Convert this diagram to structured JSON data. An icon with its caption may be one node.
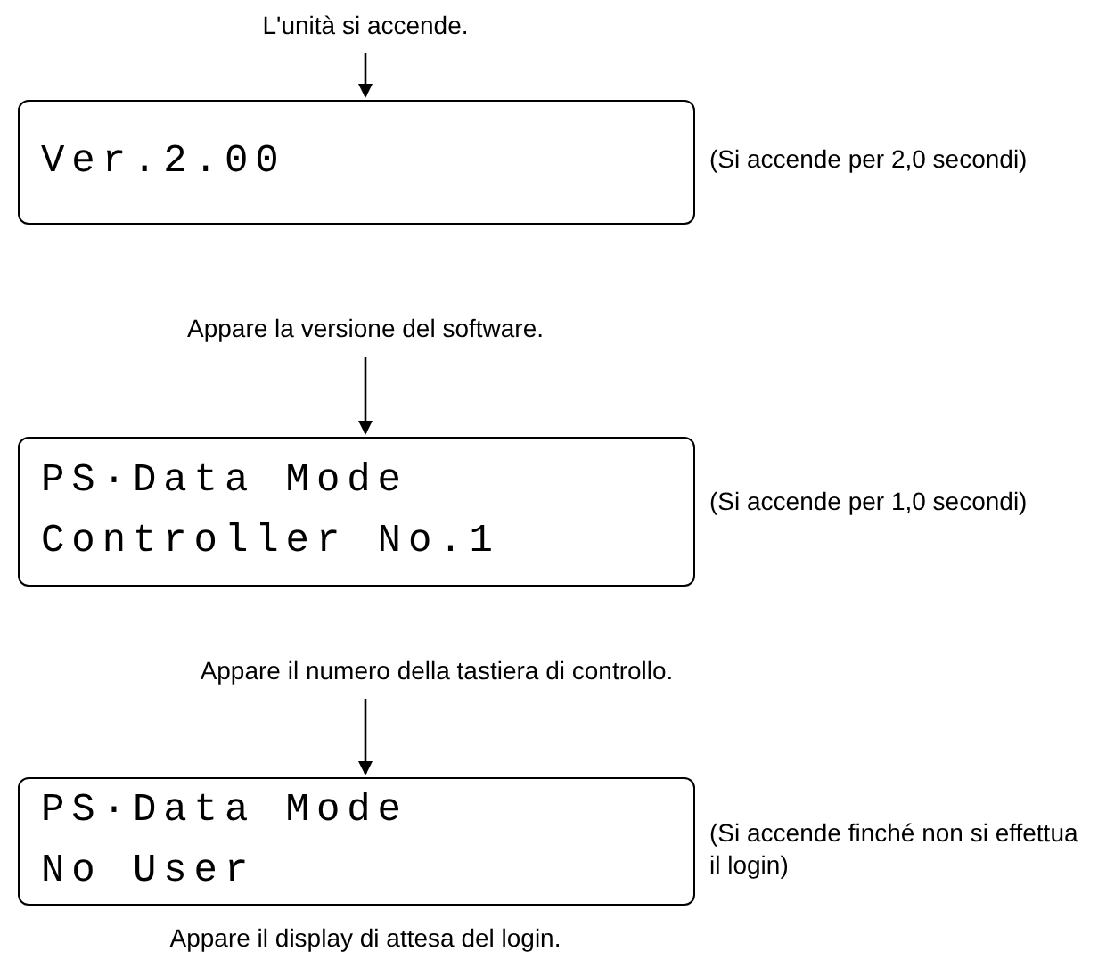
{
  "diagram": {
    "nodes": [
      {
        "text": [
          "L'unità si accende."
        ]
      },
      {
        "text": [
          "Ver.2.00"
        ],
        "beside": [
          "(Si accende per 2,0 secondi)"
        ]
      },
      {
        "text": [
          "Appare la versione del software."
        ]
      },
      {
        "text": [
          "PS·Data Mode",
          "Controller No.1"
        ],
        "beside": [
          "(Si accende per 1,0 secondi)"
        ]
      },
      {
        "text": [
          "Appare il numero della tastiera di controllo."
        ]
      },
      {
        "text": [
          "PS·Data Mode",
          "No User"
        ],
        "beside": [
          "(Si accende finché non si effettua il login)"
        ]
      }
    ],
    "edges": [
      {
        "from": 0,
        "to": 1,
        "arrow": "to"
      },
      {
        "from": 2,
        "to": 3,
        "arrow": "to"
      },
      {
        "from": 4,
        "to": 5,
        "arrow": "to"
      }
    ],
    "labels": [
      "Appare il display di attesa del login."
    ]
  }
}
